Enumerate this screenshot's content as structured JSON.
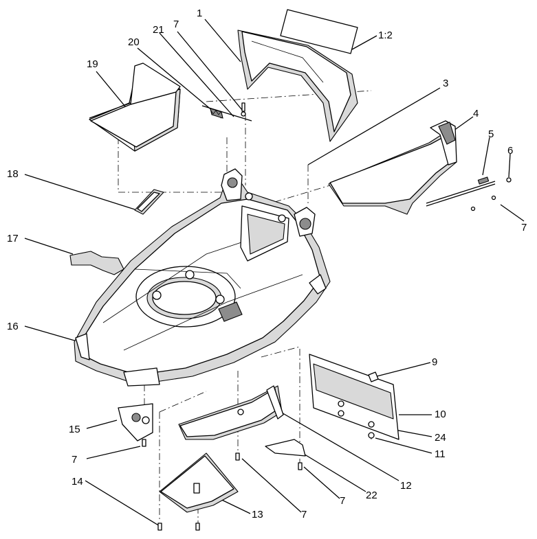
{
  "callouts": [
    {
      "id": "c1",
      "text": "1"
    },
    {
      "id": "c1_2",
      "text": "1:2"
    },
    {
      "id": "c21",
      "text": "21"
    },
    {
      "id": "c7a",
      "text": "7"
    },
    {
      "id": "c20",
      "text": "20"
    },
    {
      "id": "c19",
      "text": "19"
    },
    {
      "id": "c3",
      "text": "3"
    },
    {
      "id": "c4",
      "text": "4"
    },
    {
      "id": "c5",
      "text": "5"
    },
    {
      "id": "c6",
      "text": "6"
    },
    {
      "id": "c7b",
      "text": "7"
    },
    {
      "id": "c18",
      "text": "18"
    },
    {
      "id": "c17",
      "text": "17"
    },
    {
      "id": "c16",
      "text": "16"
    },
    {
      "id": "c9",
      "text": "9"
    },
    {
      "id": "c10",
      "text": "10"
    },
    {
      "id": "c24",
      "text": "24"
    },
    {
      "id": "c11",
      "text": "11"
    },
    {
      "id": "c15",
      "text": "15"
    },
    {
      "id": "c7c",
      "text": "7"
    },
    {
      "id": "c12",
      "text": "12"
    },
    {
      "id": "c22",
      "text": "22"
    },
    {
      "id": "c7d",
      "text": "7"
    },
    {
      "id": "c7e",
      "text": "7"
    },
    {
      "id": "c13",
      "text": "13"
    },
    {
      "id": "c14",
      "text": "14"
    }
  ],
  "colors": {
    "ink": "#000000",
    "shade": "#d9d9d9",
    "dark": "#8c8c8c",
    "paper": "#ffffff"
  }
}
